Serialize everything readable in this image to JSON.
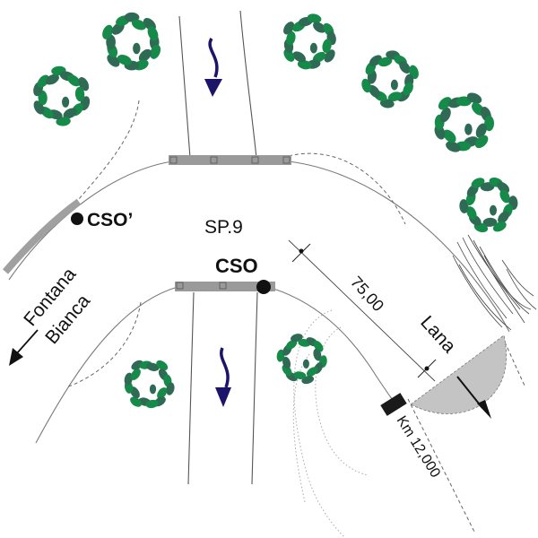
{
  "labels": {
    "road_name": "SP.9",
    "cso_label": "CSO",
    "cso_prime_label": "CSO’",
    "direction_fontana_line1": "Fontana",
    "direction_fontana_line2": "Bianca",
    "direction_lana": "Lana",
    "distance": "75,00",
    "kilometer_marker": "Km 12,000"
  },
  "colors": {
    "tree_dark": "#2f6a55",
    "tree_light": "#168a48",
    "flow_arrow": "#1c1469",
    "bridge_fill": "#9a9a9a",
    "culvert_fill": "#a0a0a0",
    "fan_fill": "#c4c4c4",
    "ink": "#111111"
  },
  "trees": [
    {
      "id": "tree-1"
    },
    {
      "id": "tree-2"
    },
    {
      "id": "tree-3"
    },
    {
      "id": "tree-4"
    },
    {
      "id": "tree-5"
    },
    {
      "id": "tree-6"
    },
    {
      "id": "tree-7"
    },
    {
      "id": "tree-8"
    }
  ]
}
